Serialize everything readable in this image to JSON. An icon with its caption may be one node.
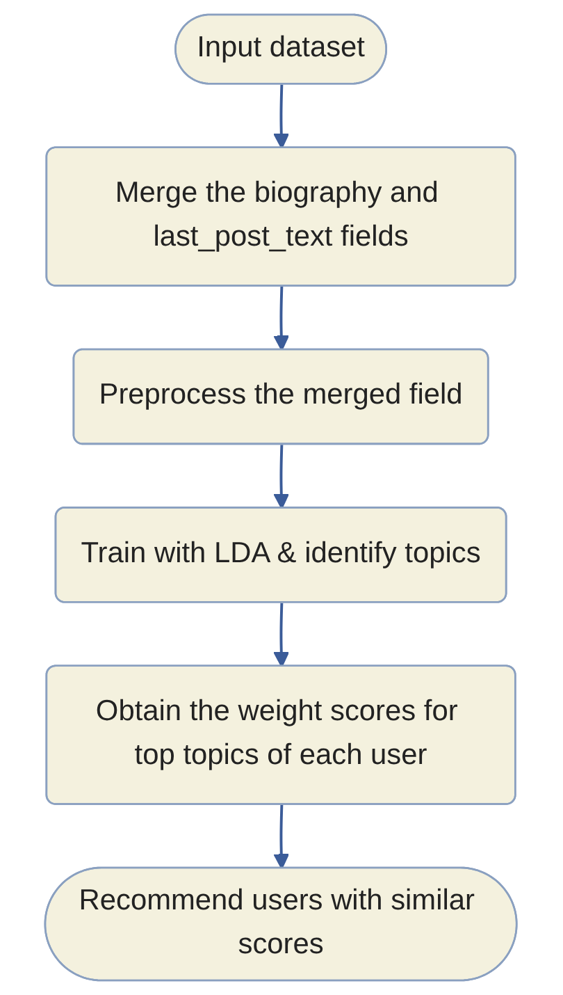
{
  "diagram": {
    "nodes": [
      {
        "text": [
          "Input dataset"
        ]
      },
      {
        "text": [
          "Merge the biography and last_post_text fields"
        ]
      },
      {
        "text": [
          "Preprocess the merged field"
        ]
      },
      {
        "text": [
          "Train with LDA & identify topics"
        ]
      },
      {
        "text": [
          "Obtain the weight scores for top topics of each user"
        ]
      },
      {
        "text": [
          "Recommend users with similar scores"
        ]
      }
    ],
    "edges": [
      {
        "from": 0,
        "to": 1,
        "arrow": "to"
      },
      {
        "from": 1,
        "to": 2,
        "arrow": "to"
      },
      {
        "from": 2,
        "to": 3,
        "arrow": "to"
      },
      {
        "from": 3,
        "to": 4,
        "arrow": "to"
      },
      {
        "from": 4,
        "to": 5,
        "arrow": "to"
      }
    ]
  }
}
